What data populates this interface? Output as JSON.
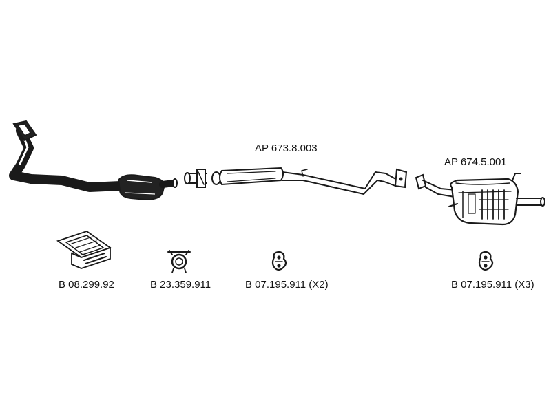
{
  "colors": {
    "line": "#1a1a1a",
    "fill_dark": "#222222",
    "fill_light": "#ffffff",
    "text": "#111111"
  },
  "parts": {
    "center_pipe": {
      "code": "AP 673.8.003"
    },
    "rear_muffler": {
      "code": "AP 674.5.001"
    }
  },
  "accessories": [
    {
      "code": "B 08.299.92",
      "icon": "mounting-kit-box-icon"
    },
    {
      "code": "B 23.359.911",
      "icon": "pipe-clamp-icon"
    },
    {
      "code": "B 07.195.911 (X2)",
      "icon": "rubber-hanger-icon"
    },
    {
      "code": "B 07.195.911 (X3)",
      "icon": "rubber-hanger-icon"
    }
  ]
}
